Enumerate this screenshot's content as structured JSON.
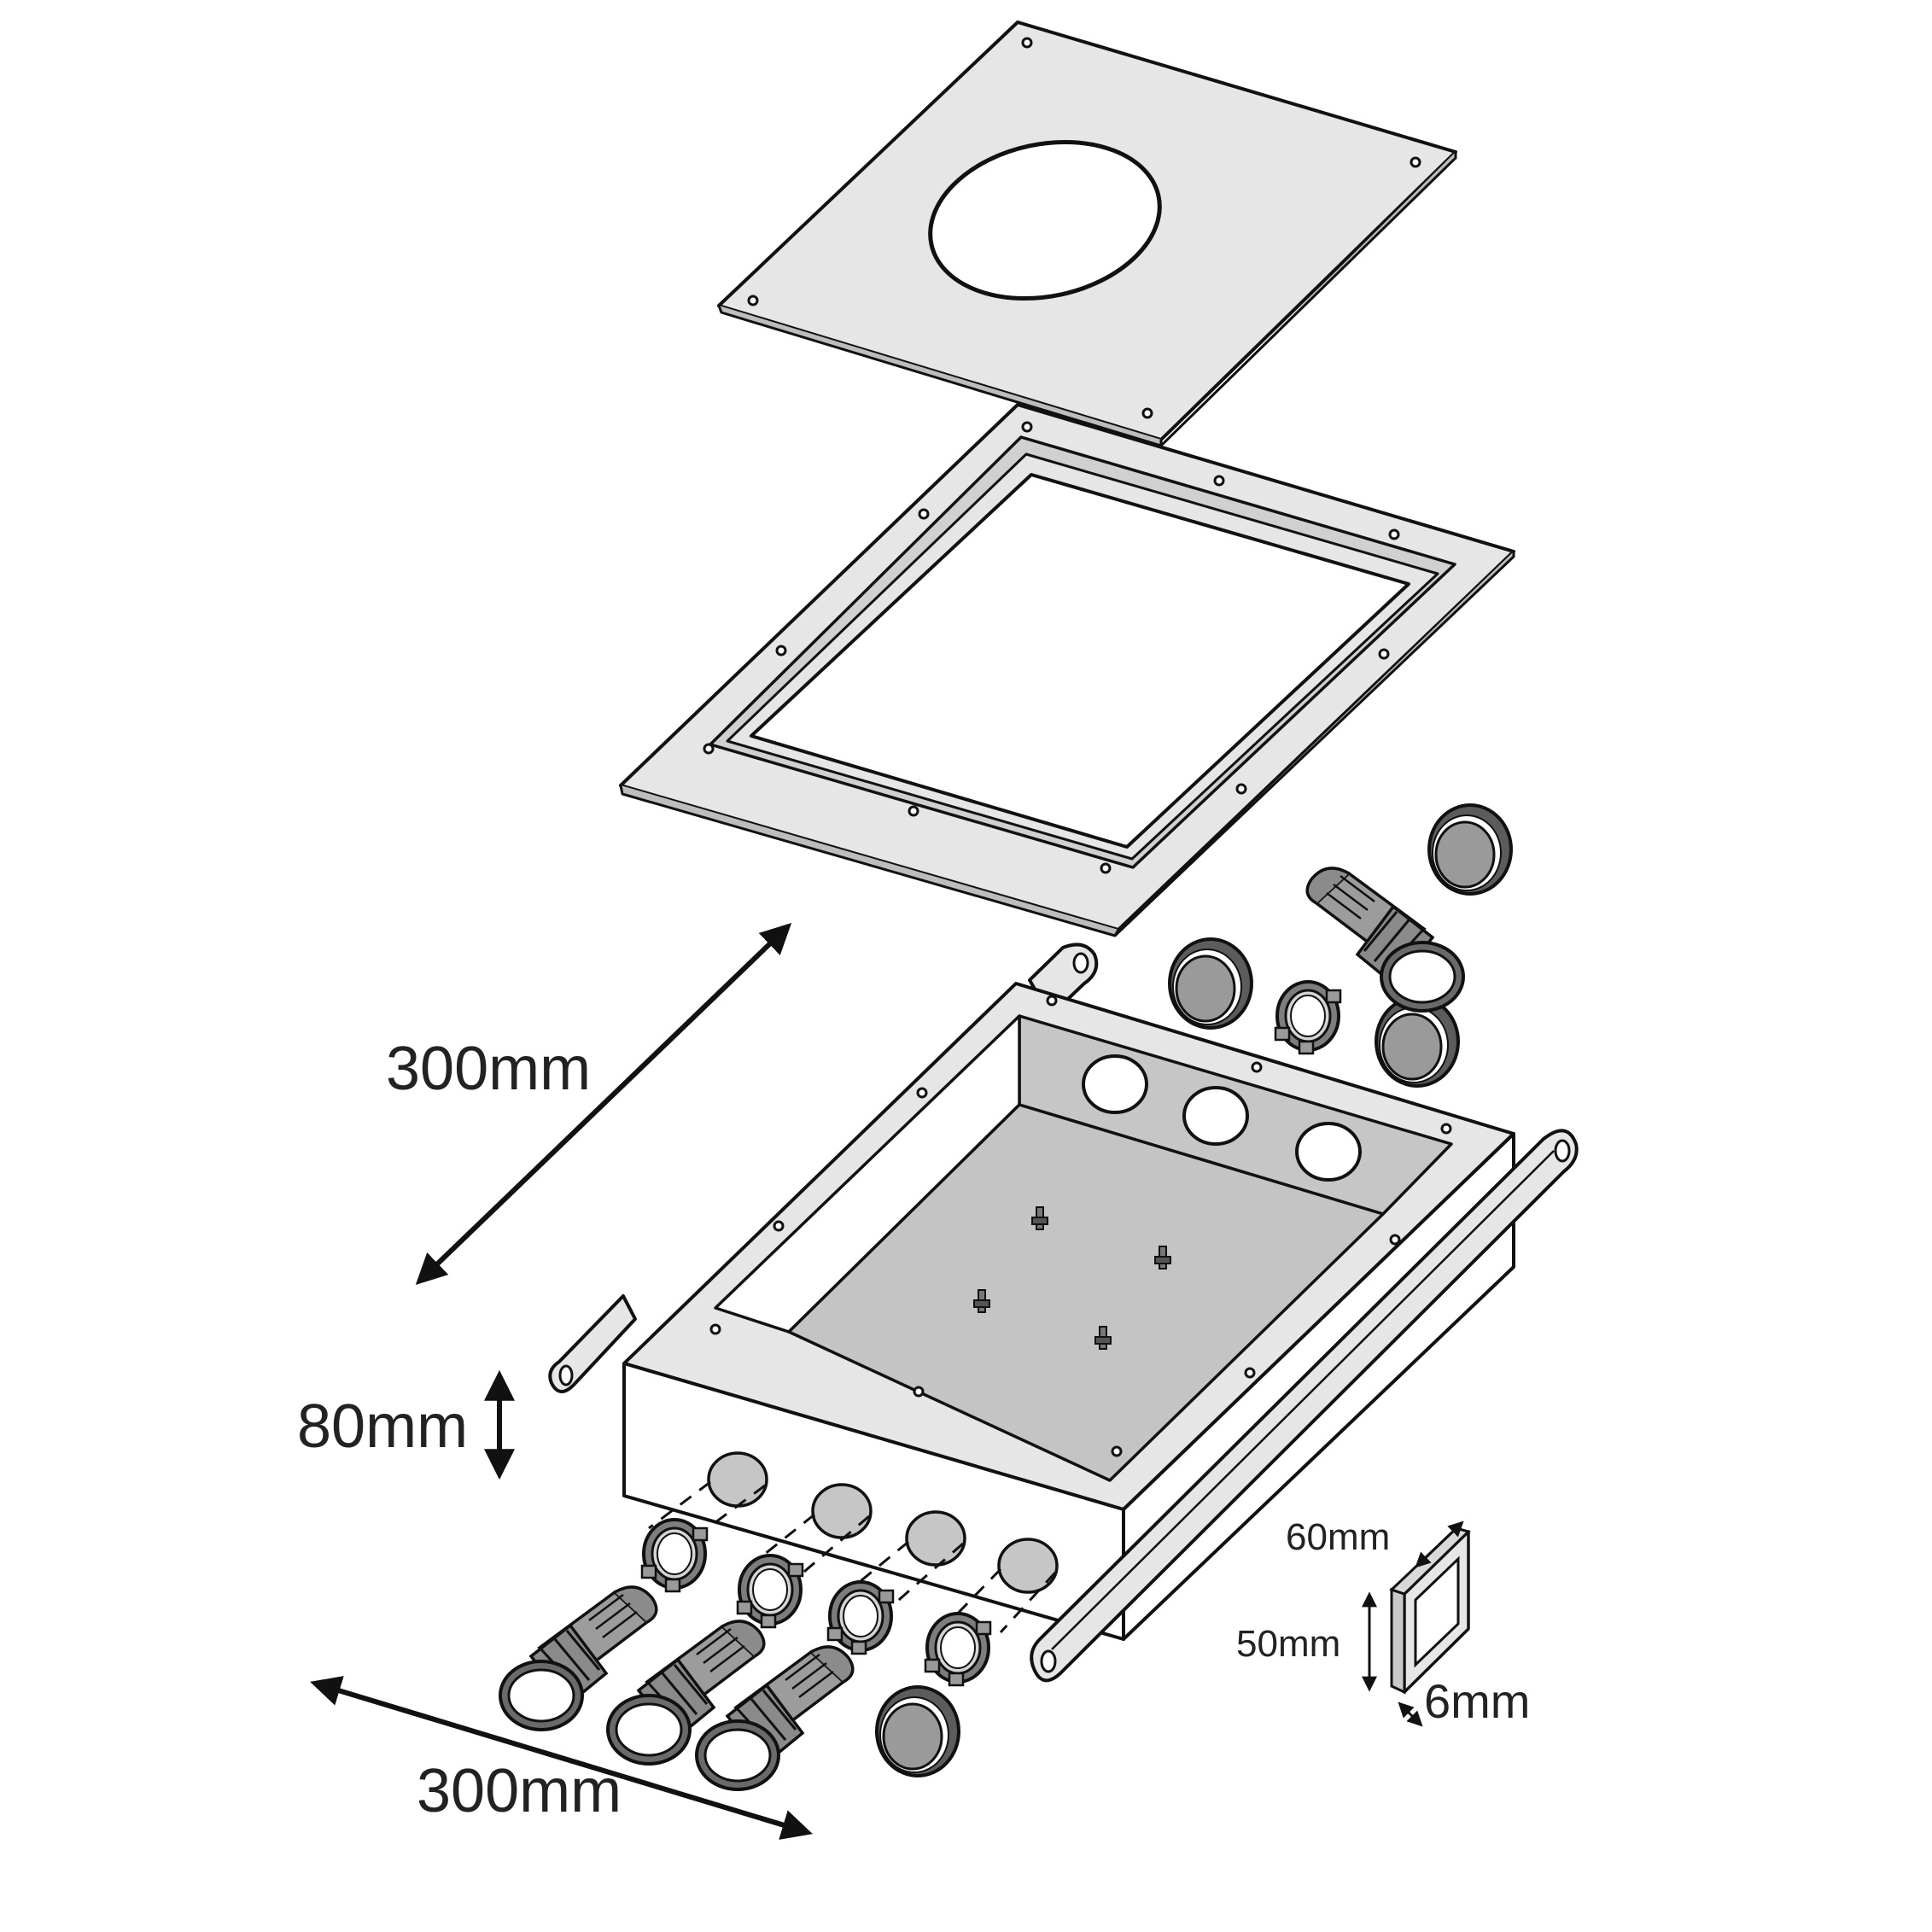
{
  "labels": {
    "depth_top": "300mm",
    "height": "80mm",
    "width_bottom": "300mm",
    "plug_width": "60mm",
    "plug_height": "50mm",
    "plug_depth": "6mm"
  },
  "colors": {
    "plate": "#e6e6e7",
    "interior": "#c9c9c9",
    "fitting": "#8e8e8e",
    "fitting_dark": "#5a5a5a",
    "outline": "#111111",
    "text": "#222222"
  }
}
